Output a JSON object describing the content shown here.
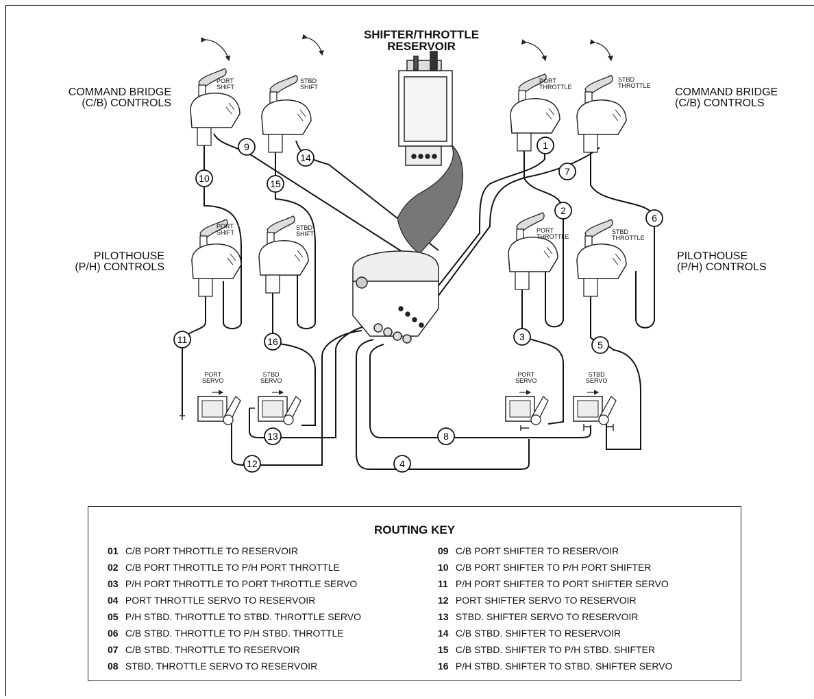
{
  "reservoir_title": [
    "SHIFTER/THROTTLE",
    "RESERVOIR"
  ],
  "left_cb_label": [
    "COMMAND BRIDGE",
    "(C/B) CONTROLS"
  ],
  "right_cb_label": [
    "COMMAND BRIDGE",
    "(C/B) CONTROLS"
  ],
  "left_ph_label": [
    "PILOTHOUSE",
    "(P/H) CONTROLS"
  ],
  "right_ph_label": [
    "PILOTHOUSE",
    "(P/H) CONTROLS"
  ],
  "control_labels": {
    "cb_port_shift": [
      "PORT",
      "SHIFT"
    ],
    "cb_stbd_shift": [
      "STBD",
      "SHIFT"
    ],
    "cb_port_throttle": [
      "PORT",
      "THROTTLE"
    ],
    "cb_stbd_throttle": [
      "STBD",
      "THROTTLE"
    ],
    "ph_port_shift": [
      "PORT",
      "SHIFT"
    ],
    "ph_stbd_shift": [
      "STBD",
      "SHIFT"
    ],
    "ph_port_throttle": [
      "PORT",
      "THROTTLE"
    ],
    "ph_stbd_throttle": [
      "STBD",
      "THROTTLE"
    ]
  },
  "servo_labels": {
    "left_port": [
      "PORT",
      "SERVO"
    ],
    "left_stbd": [
      "STBD",
      "SERVO"
    ],
    "right_port": [
      "PORT",
      "SERVO"
    ],
    "right_stbd": [
      "STBD",
      "SERVO"
    ]
  },
  "route_numbers": [
    "1",
    "2",
    "3",
    "4",
    "5",
    "6",
    "7",
    "8",
    "9",
    "10",
    "11",
    "12",
    "13",
    "14",
    "15",
    "16"
  ],
  "routing_key": {
    "title": "ROUTING KEY",
    "left": [
      {
        "num": "01",
        "text": "C/B PORT THROTTLE TO RESERVOIR"
      },
      {
        "num": "02",
        "text": "C/B PORT THROTTLE TO P/H PORT THROTTLE"
      },
      {
        "num": "03",
        "text": "P/H PORT THROTTLE TO PORT THROTTLE SERVO"
      },
      {
        "num": "04",
        "text": "PORT THROTTLE SERVO TO RESERVOIR"
      },
      {
        "num": "05",
        "text": "P/H STBD. THROTTLE TO STBD. THROTTLE SERVO"
      },
      {
        "num": "06",
        "text": "C/B STBD. THROTTLE TO P/H STBD. THROTTLE"
      },
      {
        "num": "07",
        "text": "C/B STBD. THROTTLE TO RESERVOIR"
      },
      {
        "num": "08",
        "text": "STBD. THROTTLE SERVO TO RESERVOIR"
      }
    ],
    "right": [
      {
        "num": "09",
        "text": "C/B PORT SHIFTER TO RESERVOIR"
      },
      {
        "num": "10",
        "text": "C/B PORT SHIFTER TO P/H PORT SHIFTER"
      },
      {
        "num": "11",
        "text": "P/H PORT SHIFTER TO PORT SHIFTER SERVO"
      },
      {
        "num": "12",
        "text": "PORT SHIFTER SERVO TO RESERVOIR"
      },
      {
        "num": "13",
        "text": "STBD. SHIFTER SERVO TO RESERVOIR"
      },
      {
        "num": "14",
        "text": "C/B STBD. SHIFTER TO RESERVOIR"
      },
      {
        "num": "15",
        "text": "C/B STBD. SHIFTER TO P/H STBD. SHIFTER"
      },
      {
        "num": "16",
        "text": "P/H STBD. SHIFTER TO STBD. SHIFTER SERVO"
      }
    ]
  }
}
